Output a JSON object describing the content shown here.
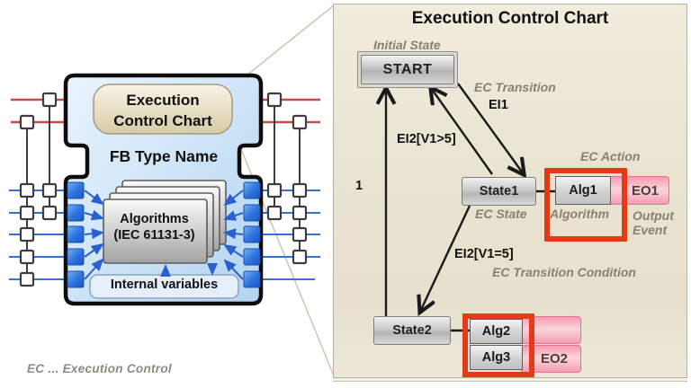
{
  "footnote": "EC ... Execution Control",
  "fb": {
    "ecc_label_line1": "Execution",
    "ecc_label_line2": "Control Chart",
    "type_name": "FB Type Name",
    "algorithms_line1": "Algorithms",
    "algorithms_line2": "(IEC 61131-3)",
    "internal_variables": "Internal variables"
  },
  "ecc": {
    "title": "Execution Control Chart",
    "states": {
      "start": "START",
      "state1": "State1",
      "state2": "State2"
    },
    "algorithms": {
      "alg1": "Alg1",
      "alg2": "Alg2",
      "alg3": "Alg3"
    },
    "output_events": {
      "eo1": "EO1",
      "eo2": "EO2"
    },
    "transitions": {
      "ei1": "EI1",
      "ei2_gt": "EI2[V1>5]",
      "ei2_eq": "EI2[V1=5]",
      "one": "1"
    },
    "annotations": {
      "initial_state": "Initial State",
      "ec_transition": "EC Transition",
      "ec_state": "EC State",
      "ec_action": "EC Action",
      "algorithm": "Algorithm",
      "output_event": "Output\nEvent",
      "ec_transition_condition": "EC Transition Condition"
    }
  },
  "colors": {
    "highlight_red": "#e53a17",
    "output_event_pink": "#f7a9bc",
    "event_line_red": "#c14c48",
    "data_line_blue": "#3a6fd8",
    "fb_fill_blue": "#cfe4f8",
    "panel_beige": "#e9e3d1"
  }
}
